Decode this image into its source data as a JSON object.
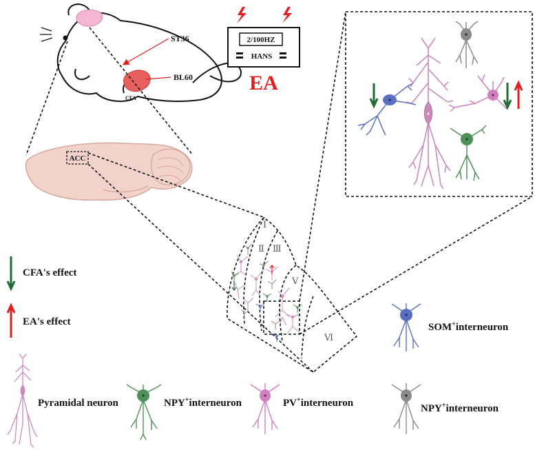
{
  "mouse": {
    "point_st36": "ST36",
    "point_bl60": "BL60",
    "paw_label": "CFA"
  },
  "stimulator": {
    "frequency": "2/100HZ",
    "device": "HANS",
    "title": "EA"
  },
  "brain": {
    "region": "ACC"
  },
  "cortex_layers": [
    "Ⅰ",
    "Ⅱ",
    "Ⅲ",
    "Ⅴ",
    "Ⅵ"
  ],
  "legend": {
    "cfa_effect": "CFA's effect",
    "ea_effect": "EA's effect"
  },
  "neurons": {
    "pyramidal": "Pyramidal neuron",
    "npy_green": "NPY",
    "npy_green_suffix": "interneuron",
    "pv": "PV",
    "pv_suffix": "interneuron",
    "npy_gray": "NPY",
    "npy_gray_suffix": "interneuron",
    "som": "SOM",
    "som_suffix": "interneuron",
    "superscript": "+"
  },
  "colors": {
    "pyramidal": "#c98bbd",
    "som": "#5a6fbf",
    "npy_green": "#4f8f5a",
    "pv": "#cf7fbf",
    "npy_gray": "#8a8a8a",
    "down_arrow": "#1e6b33",
    "up_arrow": "#e02020",
    "ea_red": "#e02020",
    "brain": "#f2d3cb",
    "brain_edge": "#d8a79c",
    "mouse_head": "#f4b6d0",
    "paw": "#e8605e"
  }
}
